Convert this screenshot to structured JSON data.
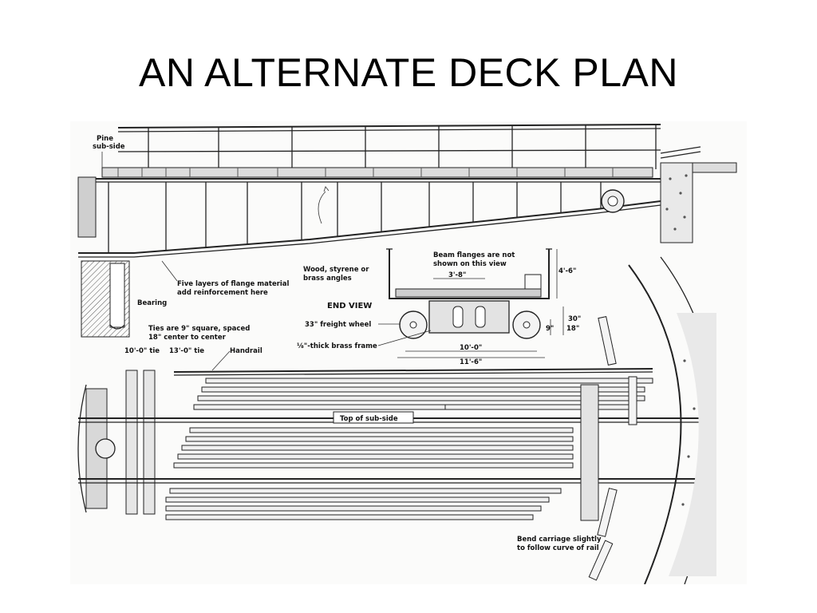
{
  "slide": {
    "title": "AN ALTERNATE DECK PLAN"
  },
  "diagram": {
    "labels": {
      "pine_sub_side": [
        "Pine",
        "sub-side"
      ],
      "bearing": "Bearing",
      "flange_reinforcement": [
        "Five layers of flange material",
        "add reinforcement here"
      ],
      "angles": [
        "Wood, styrene or",
        "brass angles"
      ],
      "beam_flanges": [
        "Beam flanges are not",
        "shown on this view"
      ],
      "dim_3_8": "3'-8\"",
      "dim_4_6": "4'-6\"",
      "end_view": "END VIEW",
      "freight_wheel": "33\" freight wheel",
      "brass_frame": "⅛\"-thick brass frame",
      "dim_30": "30\"",
      "dim_18": "18\"",
      "dim_9": "9\"",
      "dim_10_0": "10'-0\"",
      "dim_11_6": "11'-6\"",
      "ties": [
        "Ties are 9\" square, spaced",
        "18\" center to center"
      ],
      "tie_10": "10'-0\" tie",
      "tie_13": "13'-0\" tie",
      "handrail": "Handrail",
      "top_sub_side": "Top of sub-side",
      "bend_carriage": [
        "Bend carriage slightly",
        "to follow curve of rail"
      ]
    }
  }
}
